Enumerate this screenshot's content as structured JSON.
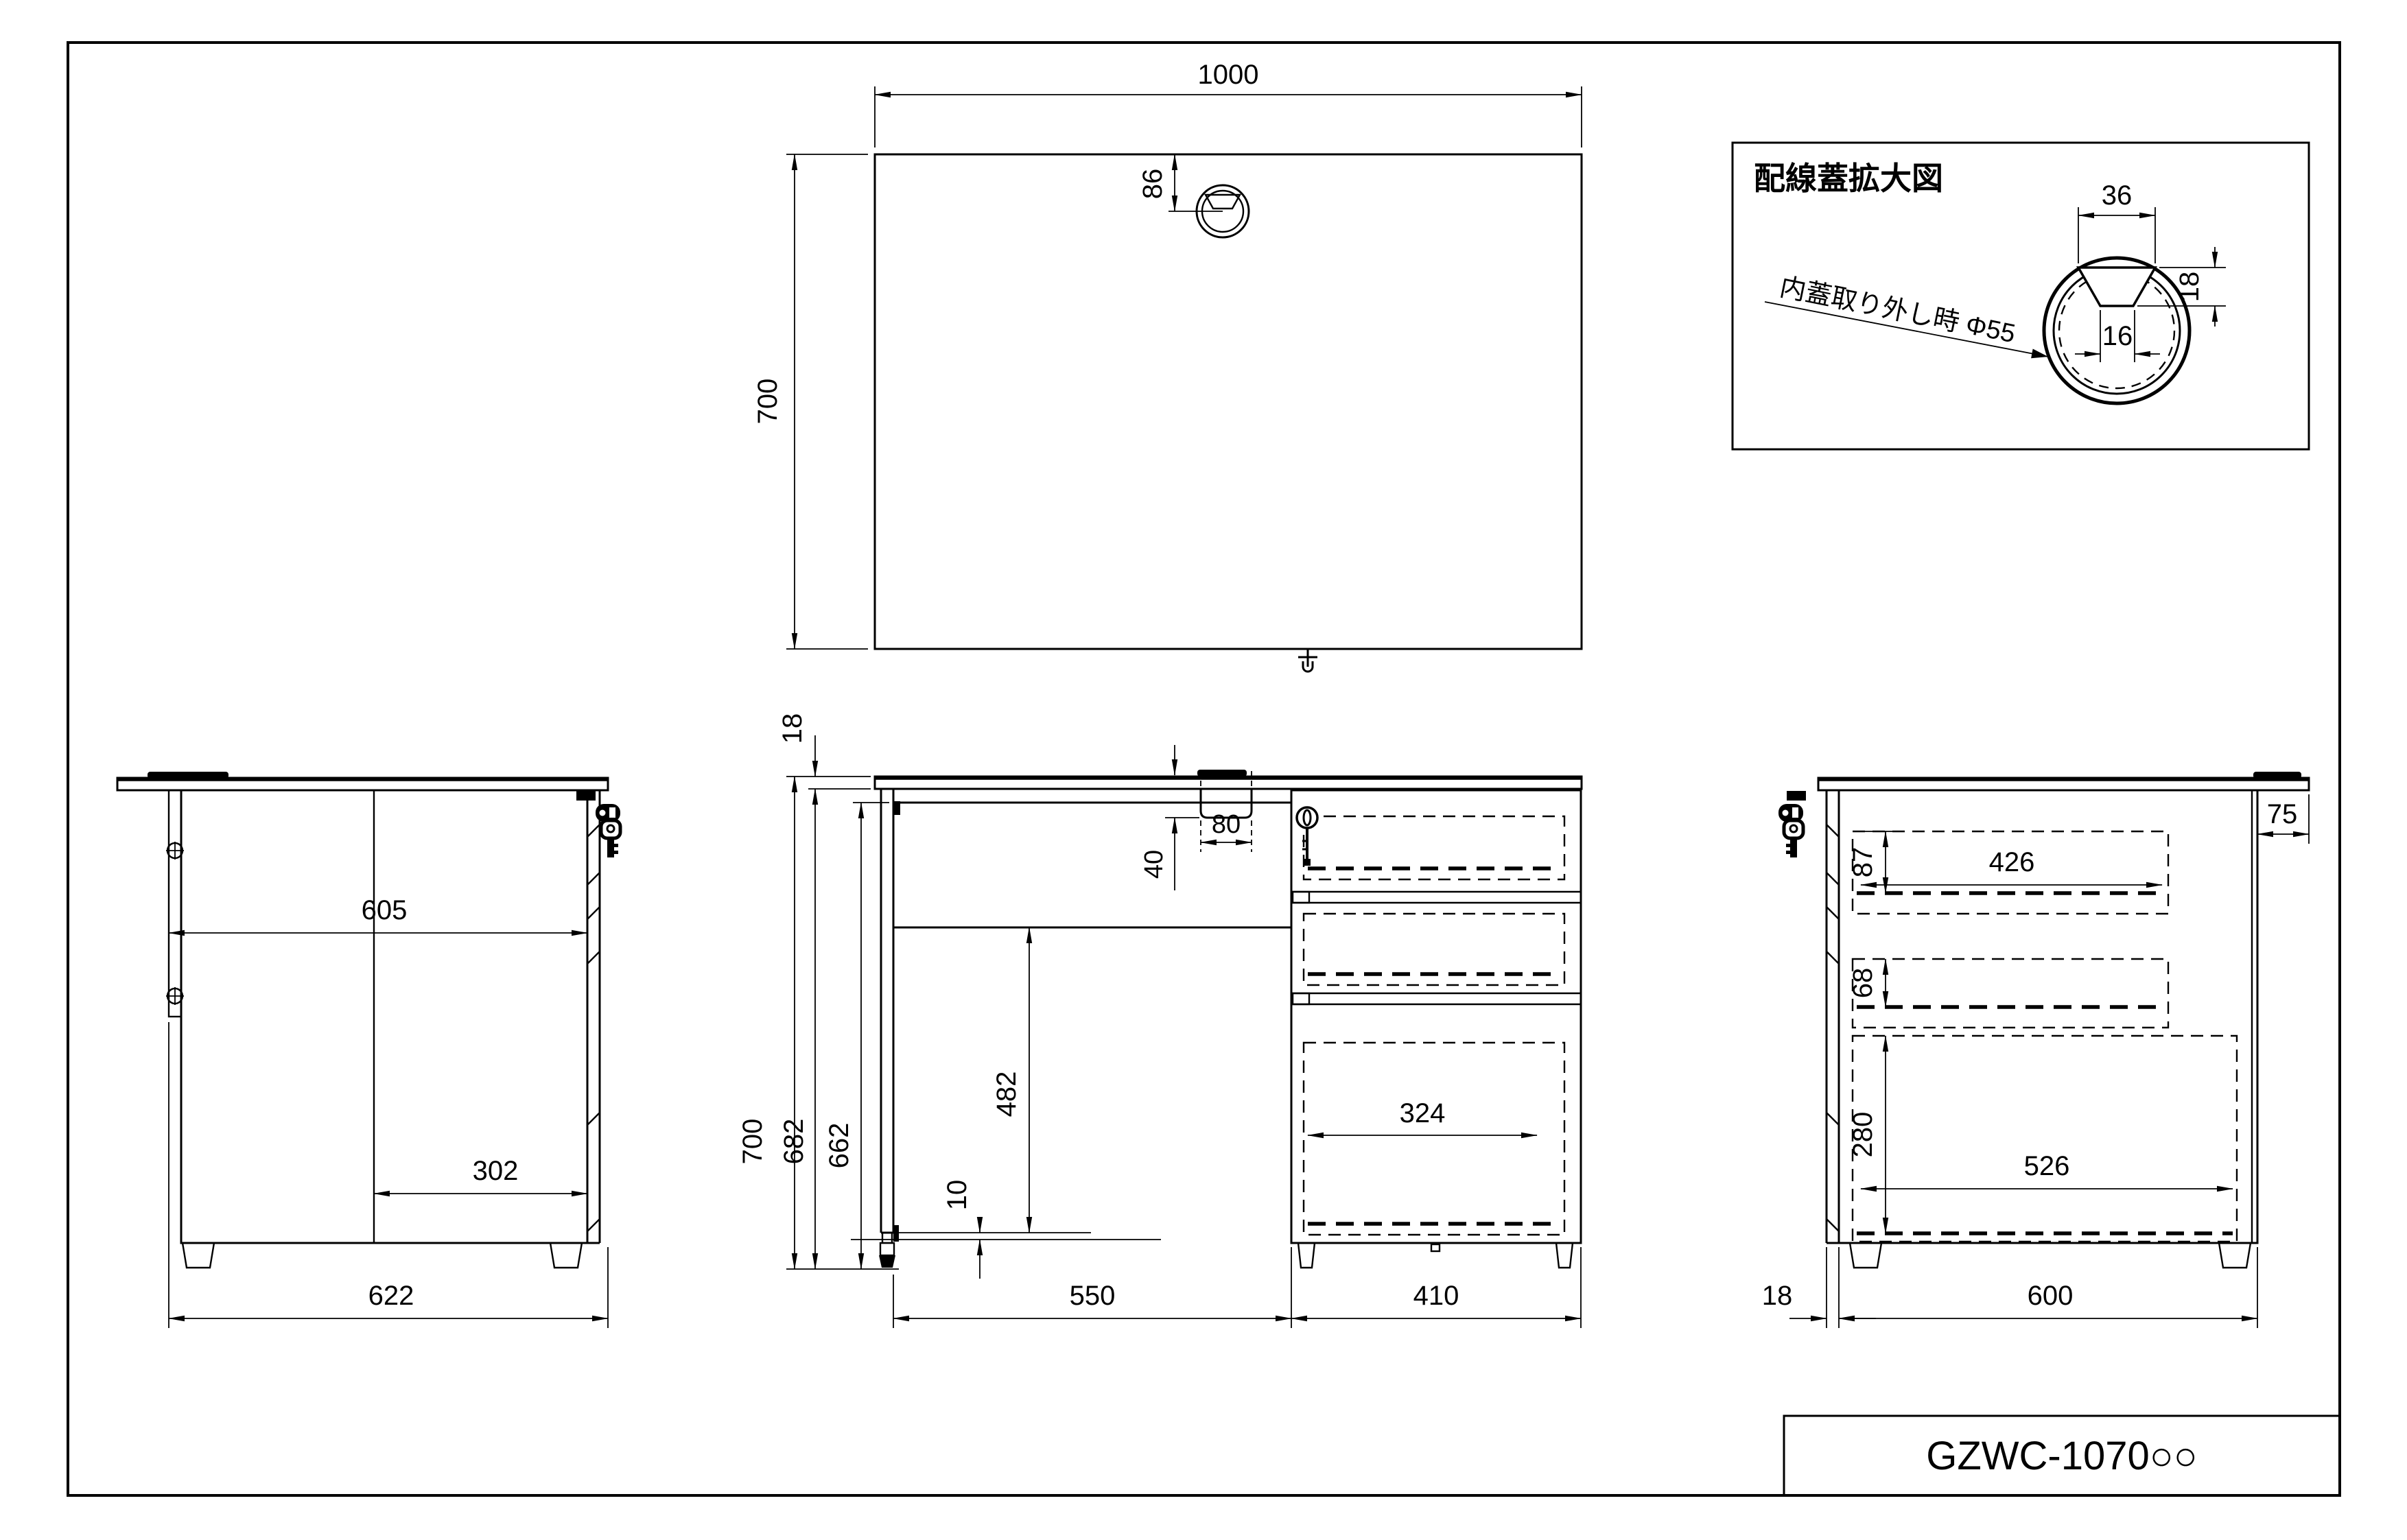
{
  "title_block": {
    "model": "GZWC-1070○○"
  },
  "top_view": {
    "width": "1000",
    "depth": "700",
    "grommet_offset": "86"
  },
  "detail_view": {
    "title": "配線蓋拡大図",
    "note": "内蓋取り外し時  Φ55",
    "cover_top_width": "36",
    "cover_height": "18",
    "cover_bottom_width": "16"
  },
  "left_view": {
    "inner_depth": "605",
    "front_depth": "302",
    "total_depth": "622"
  },
  "front_view": {
    "top_thickness": "18",
    "total_height": "700",
    "under_top_height": "682",
    "under_rail_height": "662",
    "knee_clearance": "482",
    "adjuster_gap": "10",
    "grommet_width": "80",
    "grommet_depth": "40",
    "drawer_inner_width": "324",
    "knee_width": "550",
    "pedestal_width": "410"
  },
  "right_view": {
    "drawer1_height": "87",
    "drawer1_depth": "426",
    "back_overhang": "75",
    "drawer2_height": "68",
    "drawer3_height": "280",
    "drawer3_depth": "526",
    "front_thickness": "18",
    "body_depth": "600"
  }
}
